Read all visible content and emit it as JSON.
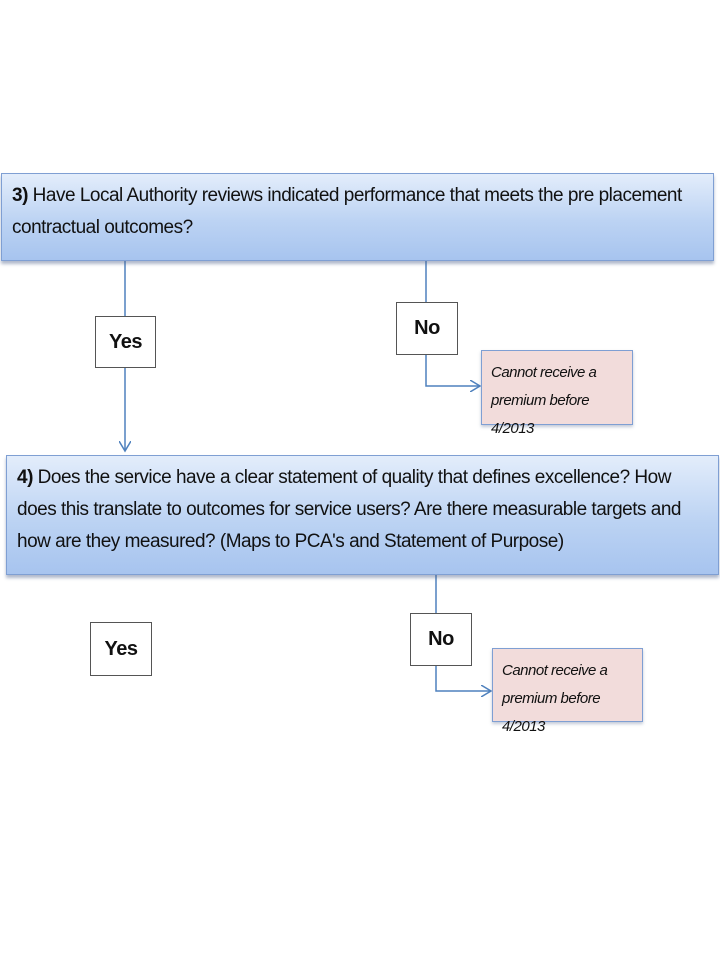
{
  "questions": [
    {
      "number": "3)",
      "text": " Have Local Authority reviews indicated performance that meets the pre placement contractual outcomes?"
    },
    {
      "number": "4)",
      "text": " Does the service have a clear statement of quality that defines excellence? How does this translate to outcomes for service users? Are there measurable targets and how are they measured? (Maps to PCA's and Statement of Purpose)"
    }
  ],
  "answers": {
    "yes": "Yes",
    "no": "No"
  },
  "outcomes": [
    {
      "line1": "Cannot receive a",
      "line2": "premium before 4/2013"
    },
    {
      "line1": "Cannot receive a",
      "line2": "premium before 4/2013"
    }
  ],
  "colors": {
    "question_fill": "#bcd3f3",
    "question_border": "#7f9fd3",
    "outcome_fill": "#f2dcdb",
    "connector": "#4f81bd"
  }
}
